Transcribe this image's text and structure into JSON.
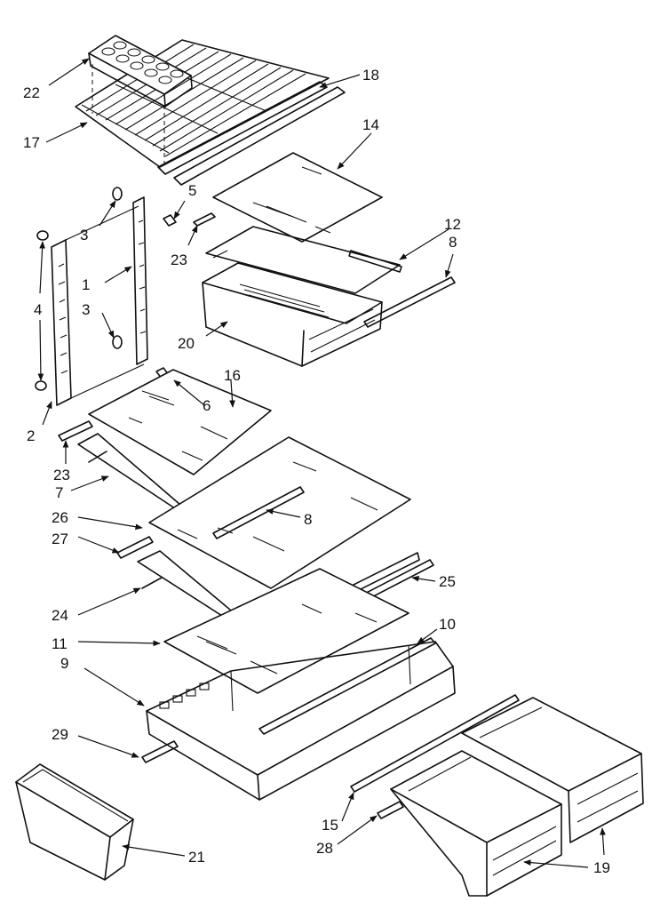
{
  "diagram": {
    "callouts": [
      {
        "id": "c1",
        "label": "1"
      },
      {
        "id": "c2",
        "label": "2"
      },
      {
        "id": "c3a",
        "label": "3"
      },
      {
        "id": "c3b",
        "label": "3"
      },
      {
        "id": "c4",
        "label": "4"
      },
      {
        "id": "c5",
        "label": "5"
      },
      {
        "id": "c6",
        "label": "6"
      },
      {
        "id": "c7",
        "label": "7"
      },
      {
        "id": "c8a",
        "label": "8"
      },
      {
        "id": "c8b",
        "label": "8"
      },
      {
        "id": "c9",
        "label": "9"
      },
      {
        "id": "c10",
        "label": "10"
      },
      {
        "id": "c11",
        "label": "11"
      },
      {
        "id": "c12",
        "label": "12"
      },
      {
        "id": "c14",
        "label": "14"
      },
      {
        "id": "c15",
        "label": "15"
      },
      {
        "id": "c16",
        "label": "16"
      },
      {
        "id": "c17",
        "label": "17"
      },
      {
        "id": "c18",
        "label": "18"
      },
      {
        "id": "c19",
        "label": "19"
      },
      {
        "id": "c20",
        "label": "20"
      },
      {
        "id": "c21",
        "label": "21"
      },
      {
        "id": "c22",
        "label": "22"
      },
      {
        "id": "c23a",
        "label": "23"
      },
      {
        "id": "c23b",
        "label": "23"
      },
      {
        "id": "c24",
        "label": "24"
      },
      {
        "id": "c25",
        "label": "25"
      },
      {
        "id": "c26",
        "label": "26"
      },
      {
        "id": "c27",
        "label": "27"
      },
      {
        "id": "c28",
        "label": "28"
      },
      {
        "id": "c29",
        "label": "29"
      }
    ]
  }
}
